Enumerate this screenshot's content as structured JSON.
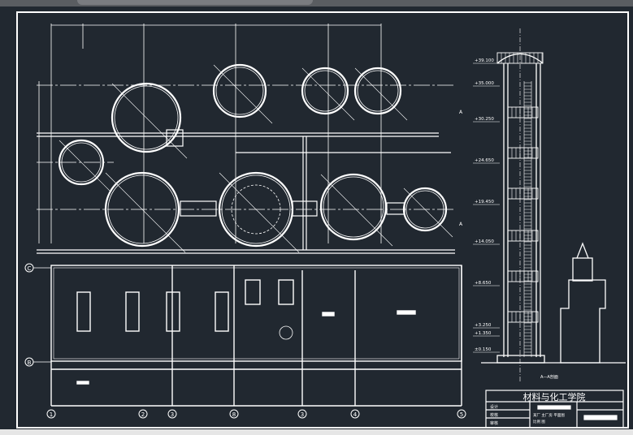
{
  "title_block": {
    "school": "材料与化工学院",
    "rows": [
      "设计",
      "校核",
      "审核"
    ],
    "drawing_info": "某厂 主厂房 平面图",
    "scale_label": "比例 图"
  },
  "elevations": [
    "+39.100",
    "+35.000",
    "+30.250",
    "+24.650",
    "+19.450",
    "+14.050",
    "+8.650",
    "+3.250",
    "+1.350",
    "±0.150"
  ],
  "section_label": "A—A剖面",
  "section_marks": [
    "A",
    "A"
  ],
  "axis_rows": [
    "C",
    "B"
  ],
  "axis_cols": [
    "1",
    "2",
    "3",
    "8",
    "3",
    "4",
    "5"
  ],
  "colors": {
    "background": "#212830",
    "lines": "#ffffff"
  }
}
